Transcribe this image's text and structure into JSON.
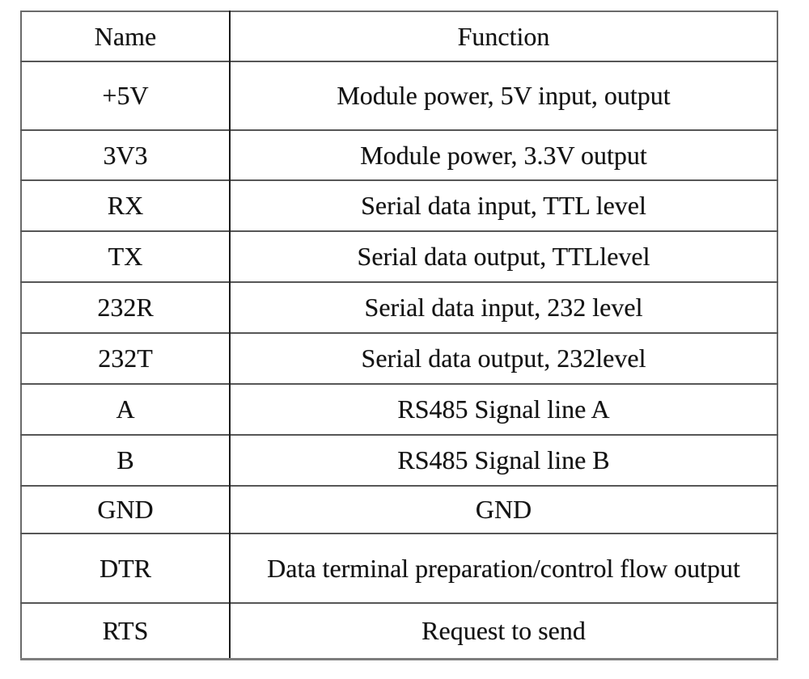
{
  "table": {
    "columns": [
      {
        "label": "Name"
      },
      {
        "label": "Function"
      }
    ],
    "rows": [
      {
        "name": "+5V",
        "function": "Module power, 5V input, output"
      },
      {
        "name": "3V3",
        "function": "Module power, 3.3V output"
      },
      {
        "name": "RX",
        "function": "Serial data input, TTL level"
      },
      {
        "name": "TX",
        "function": "Serial data output, TTLlevel"
      },
      {
        "name": "232R",
        "function": "Serial data input, 232 level"
      },
      {
        "name": "232T",
        "function": "Serial data output, 232level"
      },
      {
        "name": "A",
        "function": "RS485 Signal line A"
      },
      {
        "name": "B",
        "function": "RS485 Signal line B"
      },
      {
        "name": "GND",
        "function": "GND"
      },
      {
        "name": "DTR",
        "function": "Data terminal preparation/control flow output"
      },
      {
        "name": "RTS",
        "function": "Request to send"
      }
    ]
  },
  "colors": {
    "background": "#ffffff",
    "text": "#121212",
    "outer_border": "#6a6a6a",
    "row_rule": "#565656",
    "column_divider": "#1d1d1d"
  }
}
